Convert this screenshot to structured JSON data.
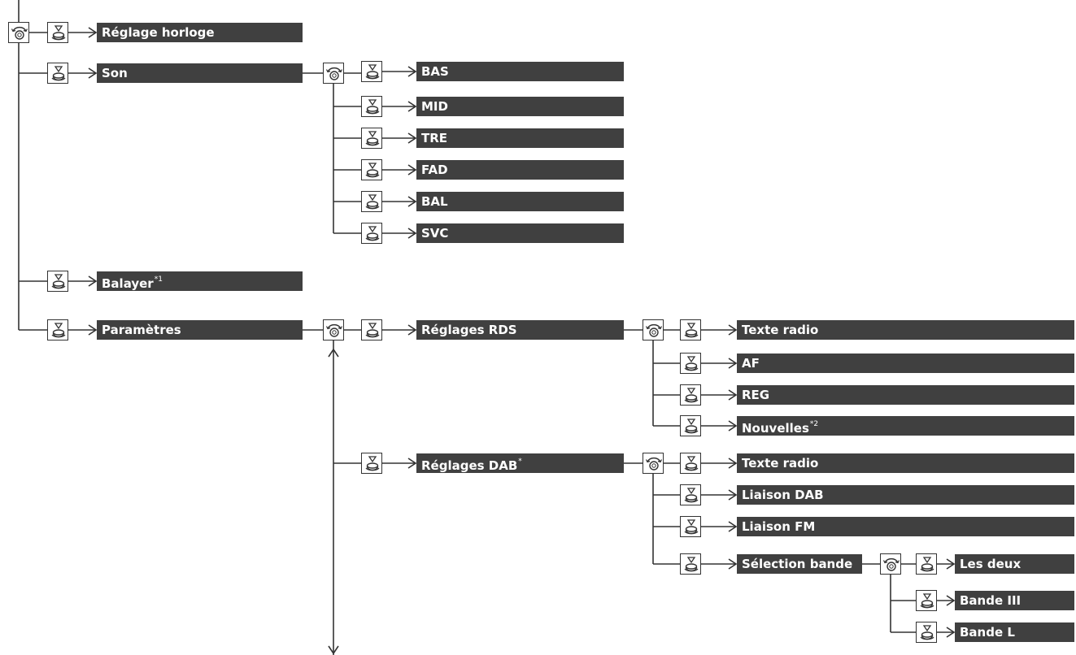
{
  "diagram": {
    "level1": [
      {
        "label": "Réglage horloge",
        "sup": ""
      },
      {
        "label": "Son",
        "sup": ""
      },
      {
        "label": "Balayer",
        "sup": "*1"
      },
      {
        "label": "Paramètres",
        "sup": ""
      }
    ],
    "son_items": [
      "BAS",
      "MID",
      "TRE",
      "FAD",
      "BAL",
      "SVC"
    ],
    "params_items": [
      {
        "label": "Réglages RDS",
        "sup": ""
      },
      {
        "label": "Réglages DAB",
        "sup": "*"
      }
    ],
    "rds_items": [
      {
        "label": "Texte radio",
        "sup": ""
      },
      {
        "label": "AF",
        "sup": ""
      },
      {
        "label": "REG",
        "sup": ""
      },
      {
        "label": "Nouvelles",
        "sup": "*2"
      }
    ],
    "dab_items": [
      {
        "label": "Texte radio",
        "sup": ""
      },
      {
        "label": "Liaison DAB",
        "sup": ""
      },
      {
        "label": "Liaison FM",
        "sup": ""
      },
      {
        "label": "Sélection bande",
        "sup": ""
      }
    ],
    "bande_items": [
      "Les deux",
      "Bande III",
      "Bande L"
    ],
    "icons": {
      "rotate": "knob-rotate-icon",
      "push": "knob-push-icon",
      "arrow": "arrow-right-icon"
    },
    "colors": {
      "bar": "#404040",
      "bar_text": "#ffffff",
      "line": "#333333"
    }
  }
}
